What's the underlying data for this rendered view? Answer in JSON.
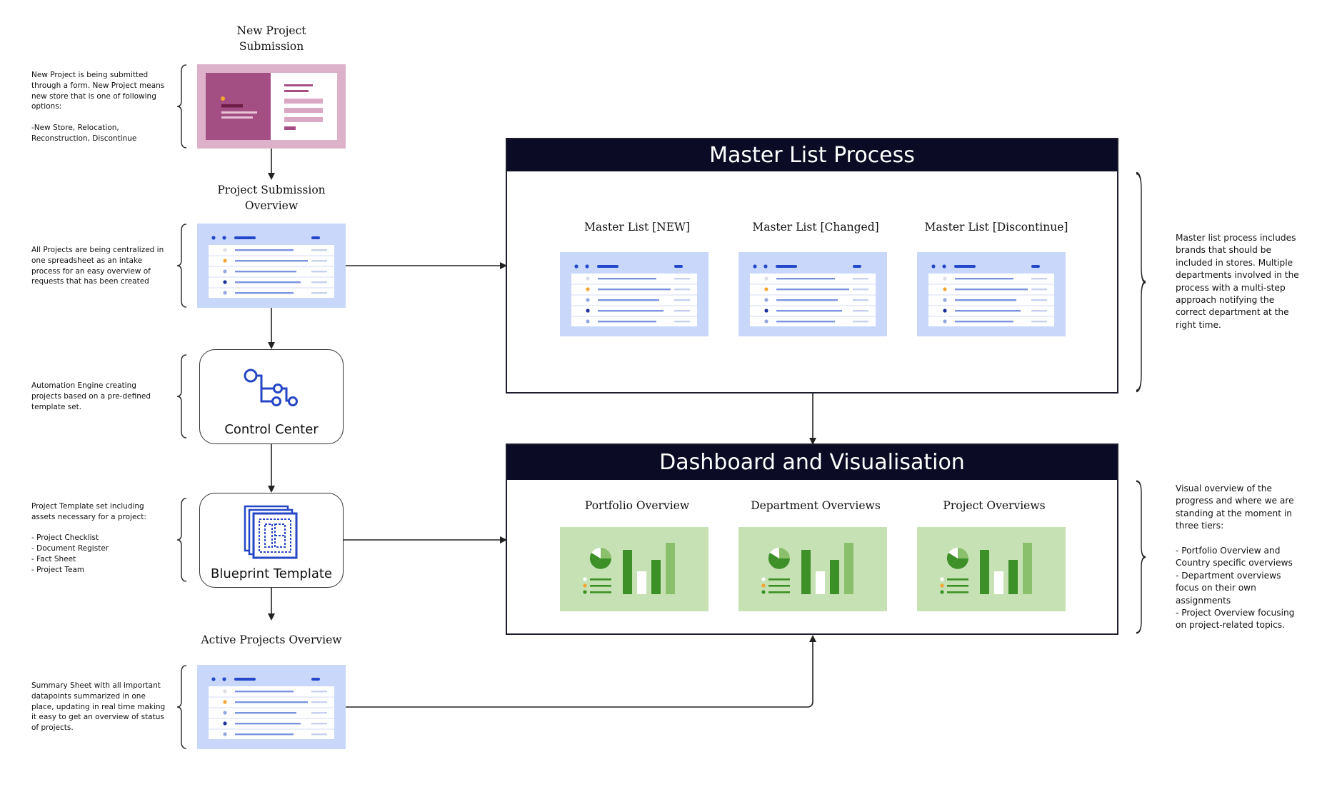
{
  "left_flow": {
    "new_project_title": "New Project\nSubmission",
    "submission_overview_title": "Project Submission\nOverview",
    "control_center_label": "Control Center",
    "blueprint_label": "Blueprint Template",
    "active_projects_title": "Active Projects Overview"
  },
  "notes": {
    "new_project": "New Project is being submitted through a form. New Project means new store that is one of following options:\n\n-New Store,  Relocation, Reconstruction, Discontinue",
    "submission_overview": "All Projects are being centralized in one spreadsheet as an intake process for an easy overview of requests that has been created",
    "control_center": "Automation Engine creating projects based on a pre-defined template set.",
    "blueprint": "Project Template set including assets necessary for a project:\n\n- Project Checklist\n- Document Register\n- Fact Sheet\n- Project Team",
    "active_projects": "Summary Sheet with all important datapoints summarized in one place, updating in real time making it easy to get an overview of status of projects.",
    "master_list": "Master list process includes brands that should be included in stores. Multiple departments involved in the process with a multi-step approach notifying the correct department at the right time.",
    "dashboard": "Visual overview of the progress and where we are standing at the moment in three tiers:\n\n- Portfolio Overview and Country specific overviews\n- Department overviews focus on their own assignments\n- Project Overview focusing on project-related topics."
  },
  "master_list_panel": {
    "title": "Master List Process",
    "items": [
      "Master List [NEW]",
      "Master List [Changed]",
      "Master List [Discontinue]"
    ]
  },
  "dashboard_panel": {
    "title": "Dashboard and Visualisation",
    "items": [
      "Portfolio Overview",
      "Department Overviews",
      "Project Overviews"
    ]
  },
  "colors": {
    "panel_header": "#0b0b26",
    "sheet_bg": "#c9d7fb",
    "sheet_accent": "#2548c9",
    "form_outer": "#ddb1c9",
    "form_inner": "#a44f84",
    "dashboard_bg": "#c6e2b5",
    "dashboard_dark": "#3d8f27",
    "dashboard_mid": "#8ac06b",
    "icon_blue": "#2546c6",
    "dot_orange": "#f3a530"
  }
}
